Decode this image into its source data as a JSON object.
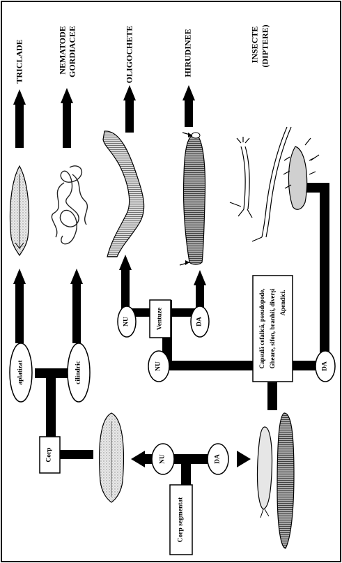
{
  "taxa": {
    "triclade": "TRICLADE",
    "nematode": "NEMATODE",
    "gordiacee": "GORDIACEE",
    "oligochete": "OLIGOCHETE",
    "hirudinee": "HIRUDINEE",
    "insecte": "INSECTE",
    "diptere": "(DIPTERE)"
  },
  "nodes": {
    "corp": "Corp",
    "aplatizat": "aplatizat",
    "cilindric": "cilindric",
    "corp_segmentat": "Corp segmentat",
    "nu_segmentat": "NU",
    "da_segmentat": "DA",
    "capsula_line1": "Capsulă cefalică, pseudopode,",
    "capsula_line2": "Gheare, sifon, branhii, diverşi",
    "capsula_line3": "Apendici.",
    "nu_capsula": "NU",
    "da_capsula": "DA",
    "ventuze": "Ventuze",
    "nu_ventuze": "NU",
    "da_ventuze": "DA"
  }
}
